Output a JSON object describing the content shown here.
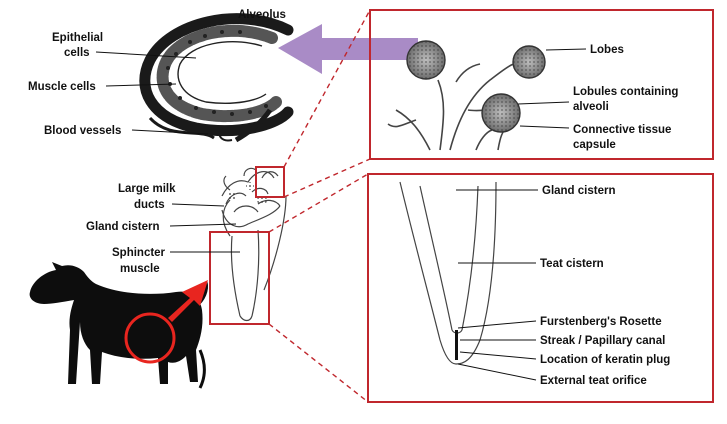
{
  "labels": {
    "alveolus": "Alveolus",
    "epithelial_line1": "Epithelial",
    "epithelial_line2": "cells",
    "muscle_cells": "Muscle cells",
    "blood_vessels": "Blood vessels",
    "lobes": "Lobes",
    "lobules_line1": "Lobules containing",
    "lobules_line2": "alveoli",
    "capsule_line1": "Connective tissue",
    "capsule_line2": "capsule",
    "large_milk_line1": "Large milk",
    "large_milk_line2": "ducts",
    "gland_cistern_left": "Gland cistern",
    "sphincter_line1": "Sphincter",
    "sphincter_line2": "muscle",
    "gland_cistern_right": "Gland cistern",
    "teat_cistern": "Teat cistern",
    "furstenberg": "Furstenberg's Rosette",
    "streak_canal": "Streak / Papillary canal",
    "keratin_plug": "Location of keratin plug",
    "external_orifice": "External teat orifice"
  },
  "colors": {
    "frame_red": "#c0272d",
    "arrow_red": "#e8251f",
    "arrow_purple": "#a98bc6",
    "ink": "#111111"
  },
  "icons": {
    "cow": "cow-silhouette-icon",
    "pointer": "red-arrow-icon",
    "transfer": "purple-arrow-icon"
  }
}
